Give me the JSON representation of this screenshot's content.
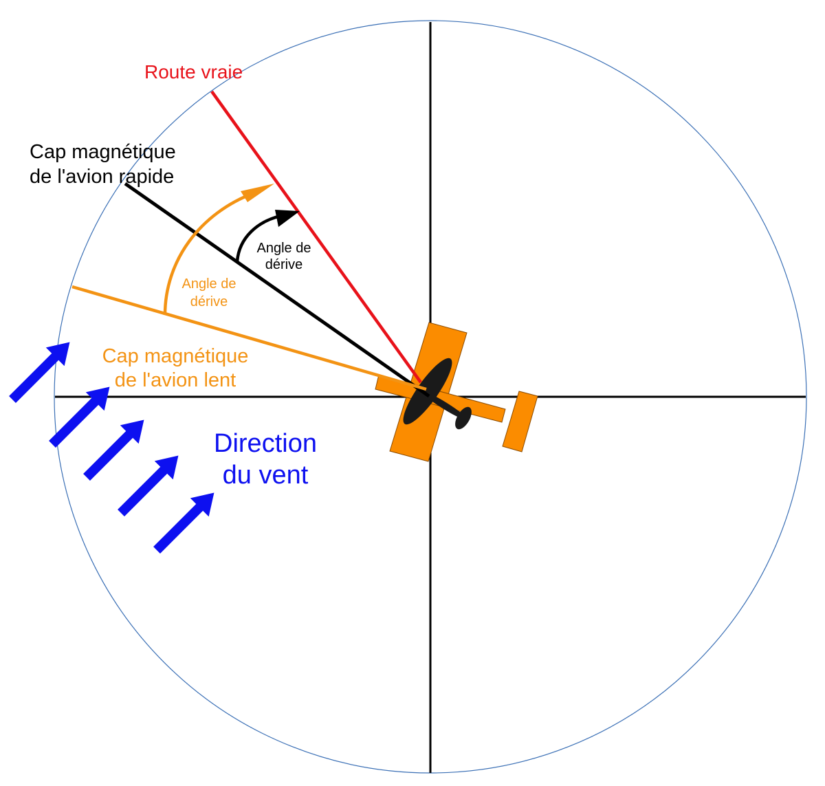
{
  "labels": {
    "route_vraie": "Route vraie",
    "cap_rapide_line1": "Cap magnétique",
    "cap_rapide_line2": "de l'avion rapide",
    "angle_noir_line1": "Angle de",
    "angle_noir_line2": "dérive",
    "angle_orange_line1": "Angle de",
    "angle_orange_line2": "dérive",
    "cap_lent_line1": "Cap magnétique",
    "cap_lent_line2": "de l'avion lent",
    "vent_line1": "Direction",
    "vent_line2": "du vent"
  },
  "colors": {
    "route": "#e8121a",
    "cap_rapide": "#000000",
    "cap_lent": "#f39314",
    "wind": "#0d10f0",
    "circle": "#3a6fb5",
    "plane_body": "#fb8c00",
    "plane_shadow": "#1a1a1a"
  },
  "icons": {
    "plane": "airplane-icon",
    "wind_arrow": "wind-arrow-icon"
  }
}
